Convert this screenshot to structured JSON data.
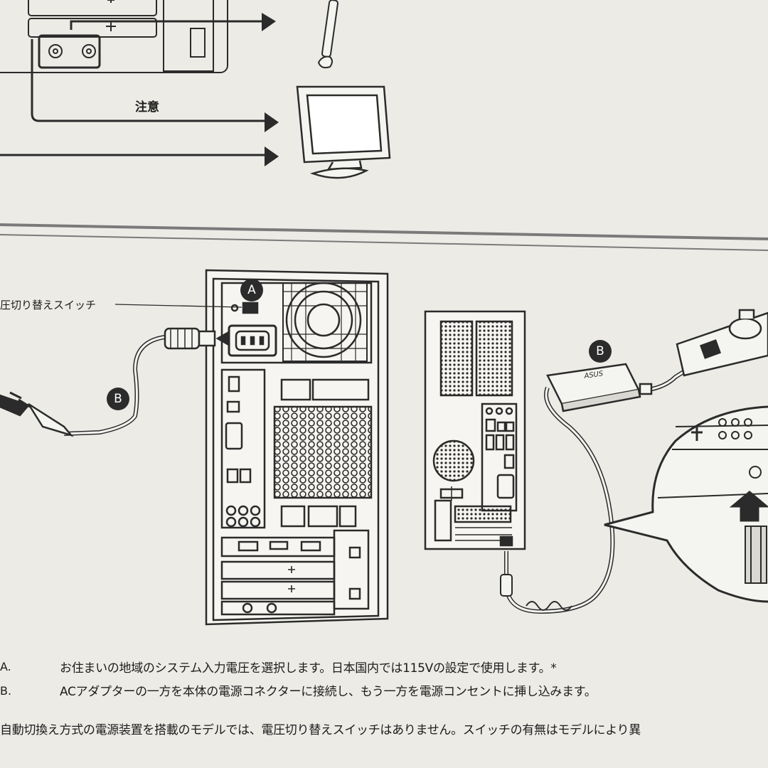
{
  "top_section": {
    "note_label": "注意"
  },
  "diagram": {
    "voltage_switch_label": "圧切り替えスイッチ",
    "callout_a": "A",
    "callout_b_left": "B",
    "callout_b_right": "B",
    "adapter_brand": "ASUS"
  },
  "instructions": [
    {
      "letter": "A.",
      "text": "お住まいの地域のシステム入力電圧を選択します。日本国内では115Vの設定で使用します。*"
    },
    {
      "letter": "B.",
      "text": "ACアダプターの一方を本体の電源コネクターに接続し、もう一方を電源コンセントに挿し込みます。"
    }
  ],
  "footnote": "自動切換え方式の電源装置を搭載のモデルでは、電圧切り替えスイッチはありません。スイッチの有無はモデルにより異"
}
